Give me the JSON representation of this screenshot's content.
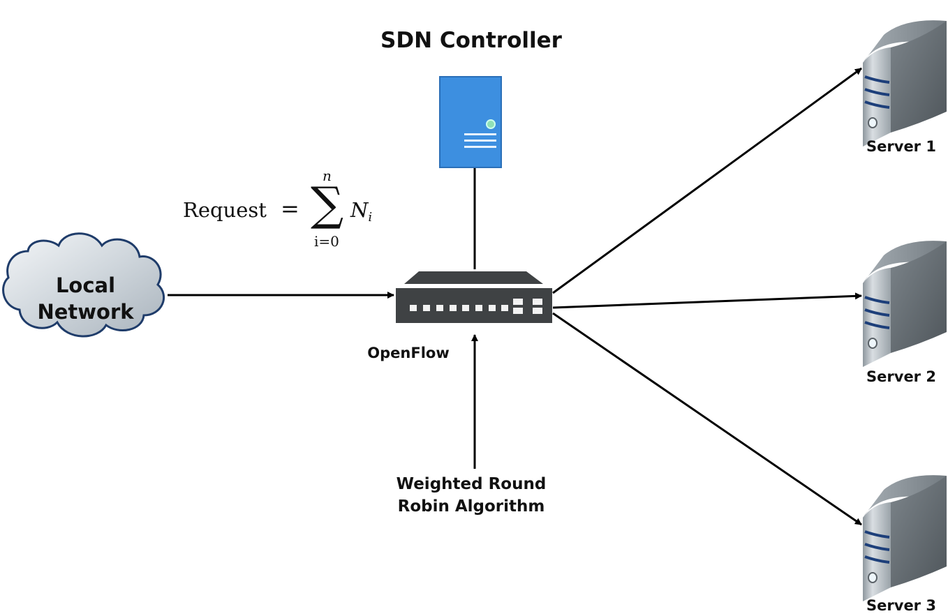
{
  "title": "SDN Controller",
  "controller": {
    "icon": "server-tower-icon",
    "color": "#3d8fe0"
  },
  "switch": {
    "label": "OpenFlow",
    "icon": "network-switch-icon",
    "color": "#3f4244",
    "port_count": 8,
    "uplink_count": 4
  },
  "source": {
    "label_line1": "Local",
    "label_line2": "Network",
    "icon": "cloud-icon"
  },
  "formula": {
    "lhs": "Request",
    "operator": "=",
    "sum_symbol": "∑",
    "upper": "n",
    "lower": "i=0",
    "term": "N",
    "term_sub": "i"
  },
  "algorithm": {
    "line1": "Weighted Round",
    "line2": "Robin Algorithm"
  },
  "servers": [
    {
      "label": "Server 1"
    },
    {
      "label": "Server 2"
    },
    {
      "label": "Server 3"
    }
  ],
  "colors": {
    "arrow": "#000000",
    "text": "#111111",
    "server_stripe": "#1d3f7a",
    "cloud_border": "#1f3c6a"
  }
}
